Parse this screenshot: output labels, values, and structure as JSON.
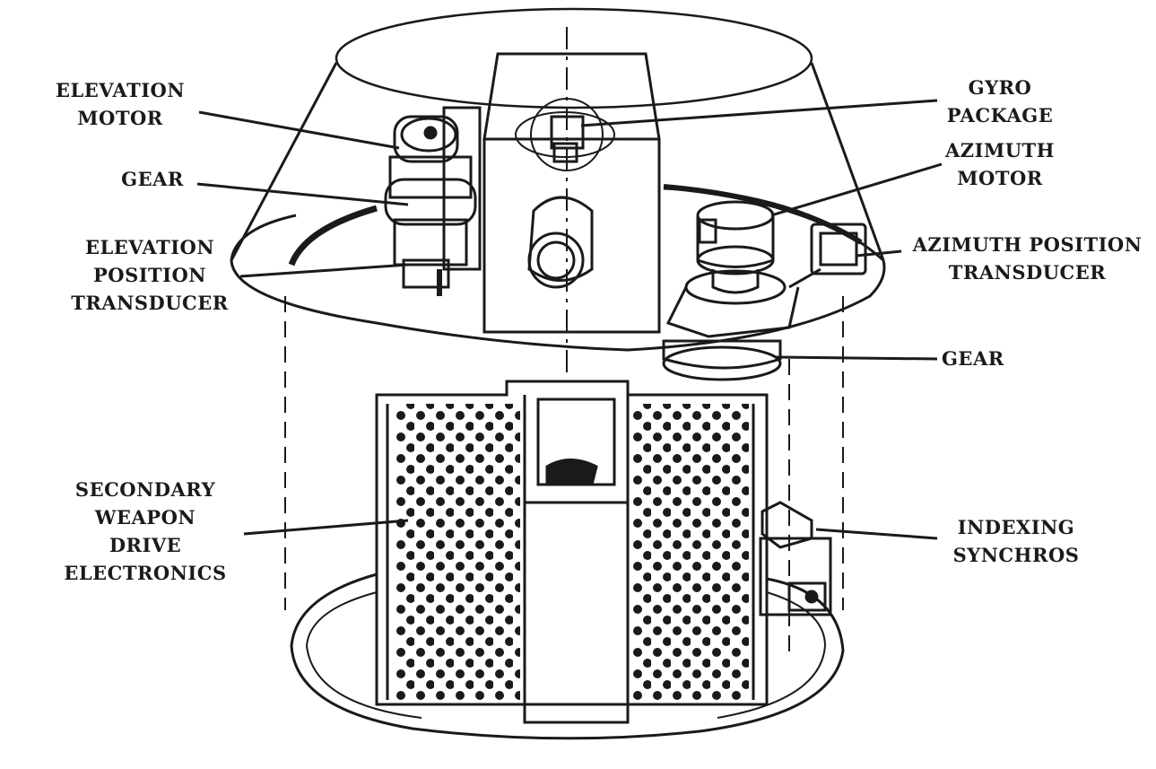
{
  "labels": {
    "elevation_motor": [
      "ELEVATION",
      "MOTOR"
    ],
    "gear_left": [
      "GEAR"
    ],
    "elevation_position_transducer": [
      "ELEVATION",
      "POSITION",
      "TRANSDUCER"
    ],
    "gyro_package": [
      "GYRO",
      "PACKAGE"
    ],
    "azimuth_motor": [
      "AZIMUTH",
      "MOTOR"
    ],
    "azimuth_position_transducer": [
      "AZIMUTH POSITION",
      "TRANSDUCER"
    ],
    "gear_right": [
      "GEAR"
    ],
    "secondary_weapon_drive_electronics": [
      "SECONDARY",
      "WEAPON",
      "DRIVE",
      "ELECTRONICS"
    ],
    "indexing_synchros": [
      "INDEXING",
      "SYNCHROS"
    ]
  },
  "colors": {
    "ink": "#1a1a1a",
    "paper": "#ffffff"
  }
}
